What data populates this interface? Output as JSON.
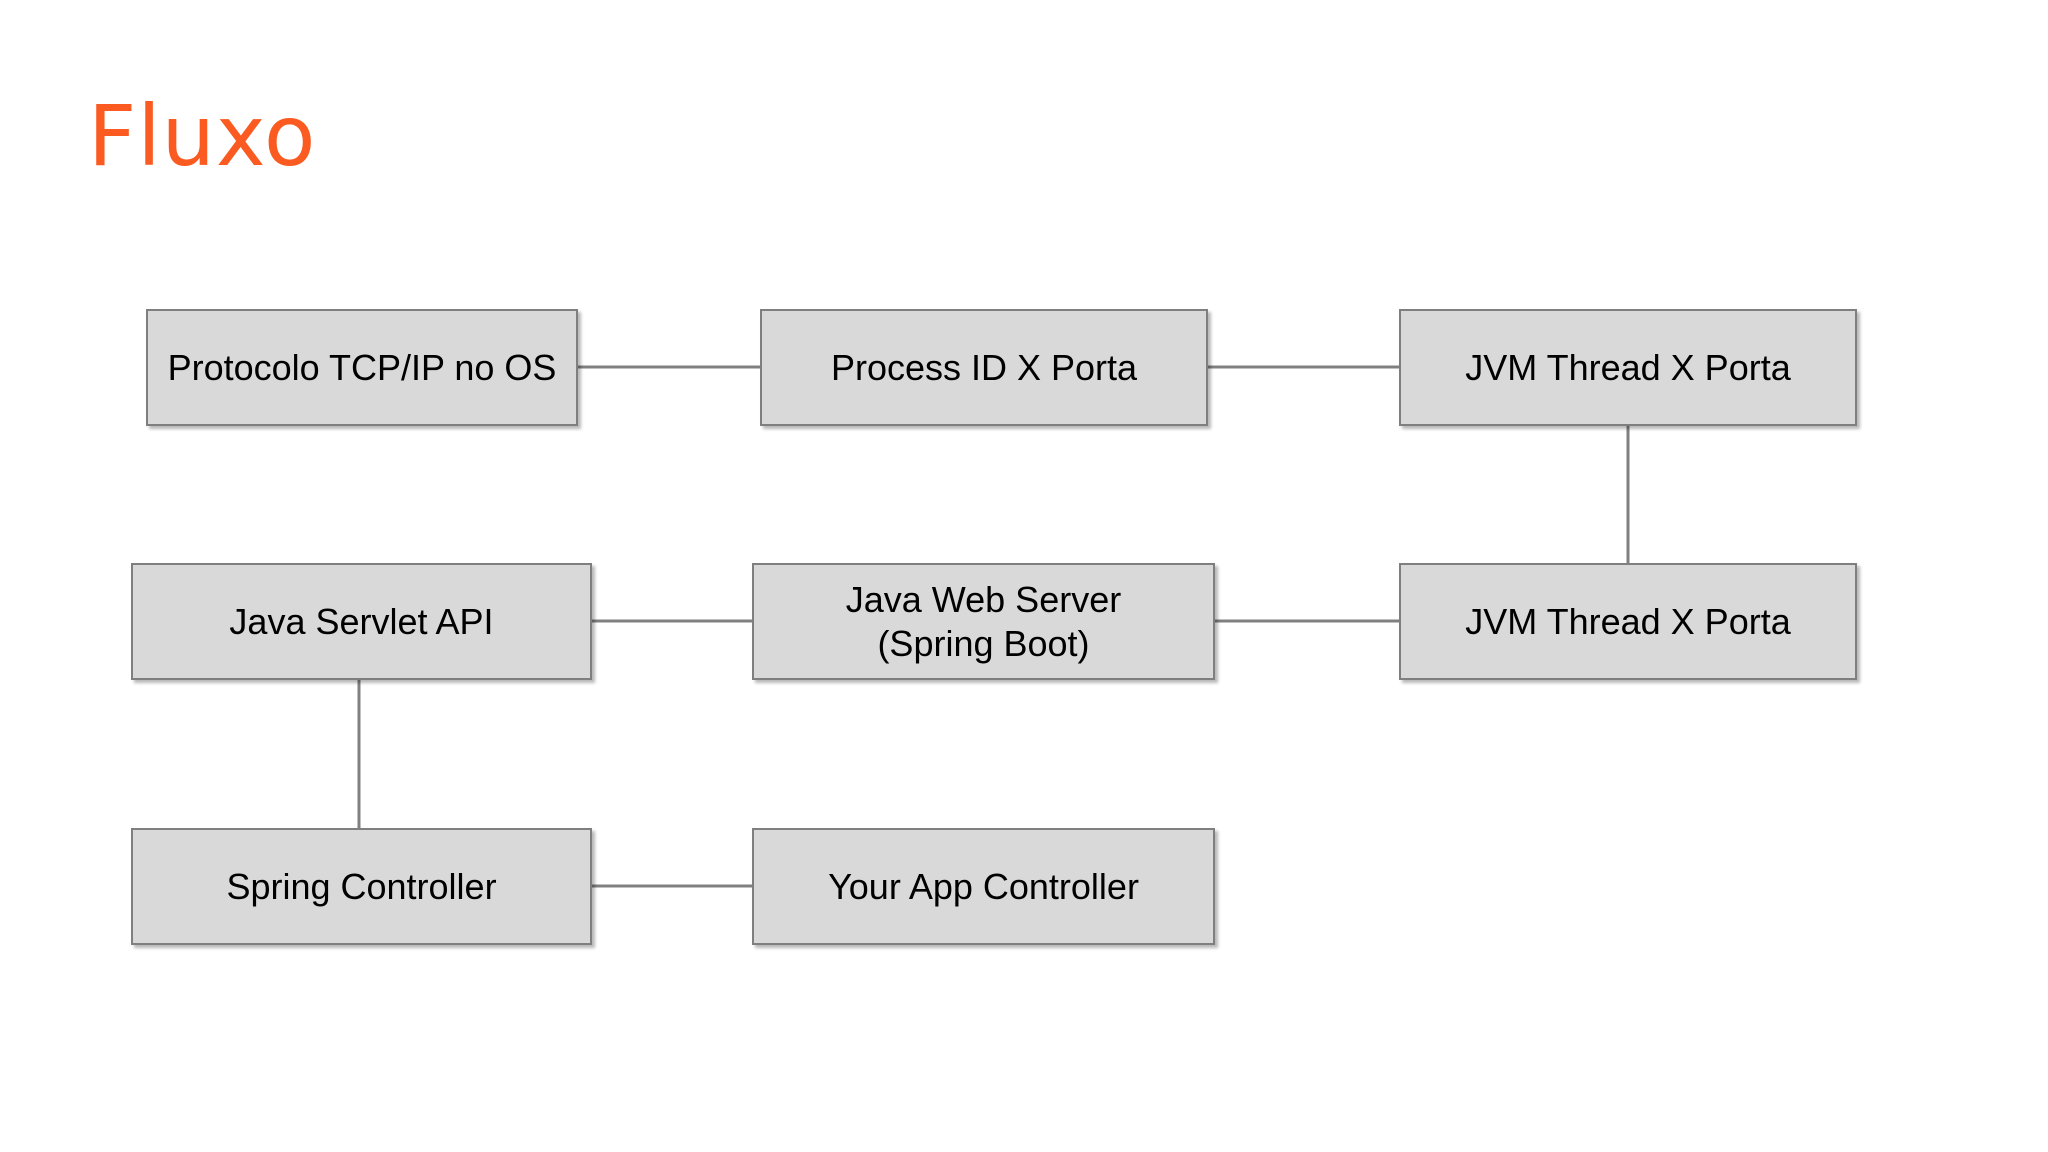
{
  "slide": {
    "title": "Fluxo",
    "background_color": "#FFFFFF",
    "title_color": "#FB5A21"
  },
  "diagram": {
    "node_fill_color": "#D9D9D9",
    "node_border_color": "#7F7F7F",
    "connector_color": "#808080",
    "nodes": [
      {
        "id": "tcpip",
        "label": "Protocolo TCP/IP no OS",
        "row": 1,
        "col": 1
      },
      {
        "id": "process",
        "label": "Process ID X Porta",
        "row": 1,
        "col": 2
      },
      {
        "id": "jvm1",
        "label": "JVM Thread X Porta",
        "row": 1,
        "col": 3
      },
      {
        "id": "servlet",
        "label": "Java Servlet API",
        "row": 2,
        "col": 1
      },
      {
        "id": "webserver",
        "label": "Java Web Server\n(Spring Boot)",
        "row": 2,
        "col": 2
      },
      {
        "id": "jvm2",
        "label": "JVM Thread X Porta",
        "row": 2,
        "col": 3
      },
      {
        "id": "springctl",
        "label": "Spring Controller",
        "row": 3,
        "col": 1
      },
      {
        "id": "appctl",
        "label": "Your App Controller",
        "row": 3,
        "col": 2
      }
    ],
    "connectors": [
      {
        "id": "tcpip-process",
        "from": "tcpip",
        "to": "process",
        "orientation": "horizontal"
      },
      {
        "id": "process-jvm1",
        "from": "process",
        "to": "jvm1",
        "orientation": "horizontal"
      },
      {
        "id": "jvm1-jvm2",
        "from": "jvm1",
        "to": "jvm2",
        "orientation": "vertical"
      },
      {
        "id": "servlet-webserver",
        "from": "servlet",
        "to": "webserver",
        "orientation": "horizontal"
      },
      {
        "id": "webserver-jvm2",
        "from": "webserver",
        "to": "jvm2",
        "orientation": "horizontal"
      },
      {
        "id": "servlet-springctl",
        "from": "servlet",
        "to": "springctl",
        "orientation": "vertical"
      },
      {
        "id": "springctl-appctl",
        "from": "springctl",
        "to": "appctl",
        "orientation": "horizontal"
      }
    ]
  }
}
